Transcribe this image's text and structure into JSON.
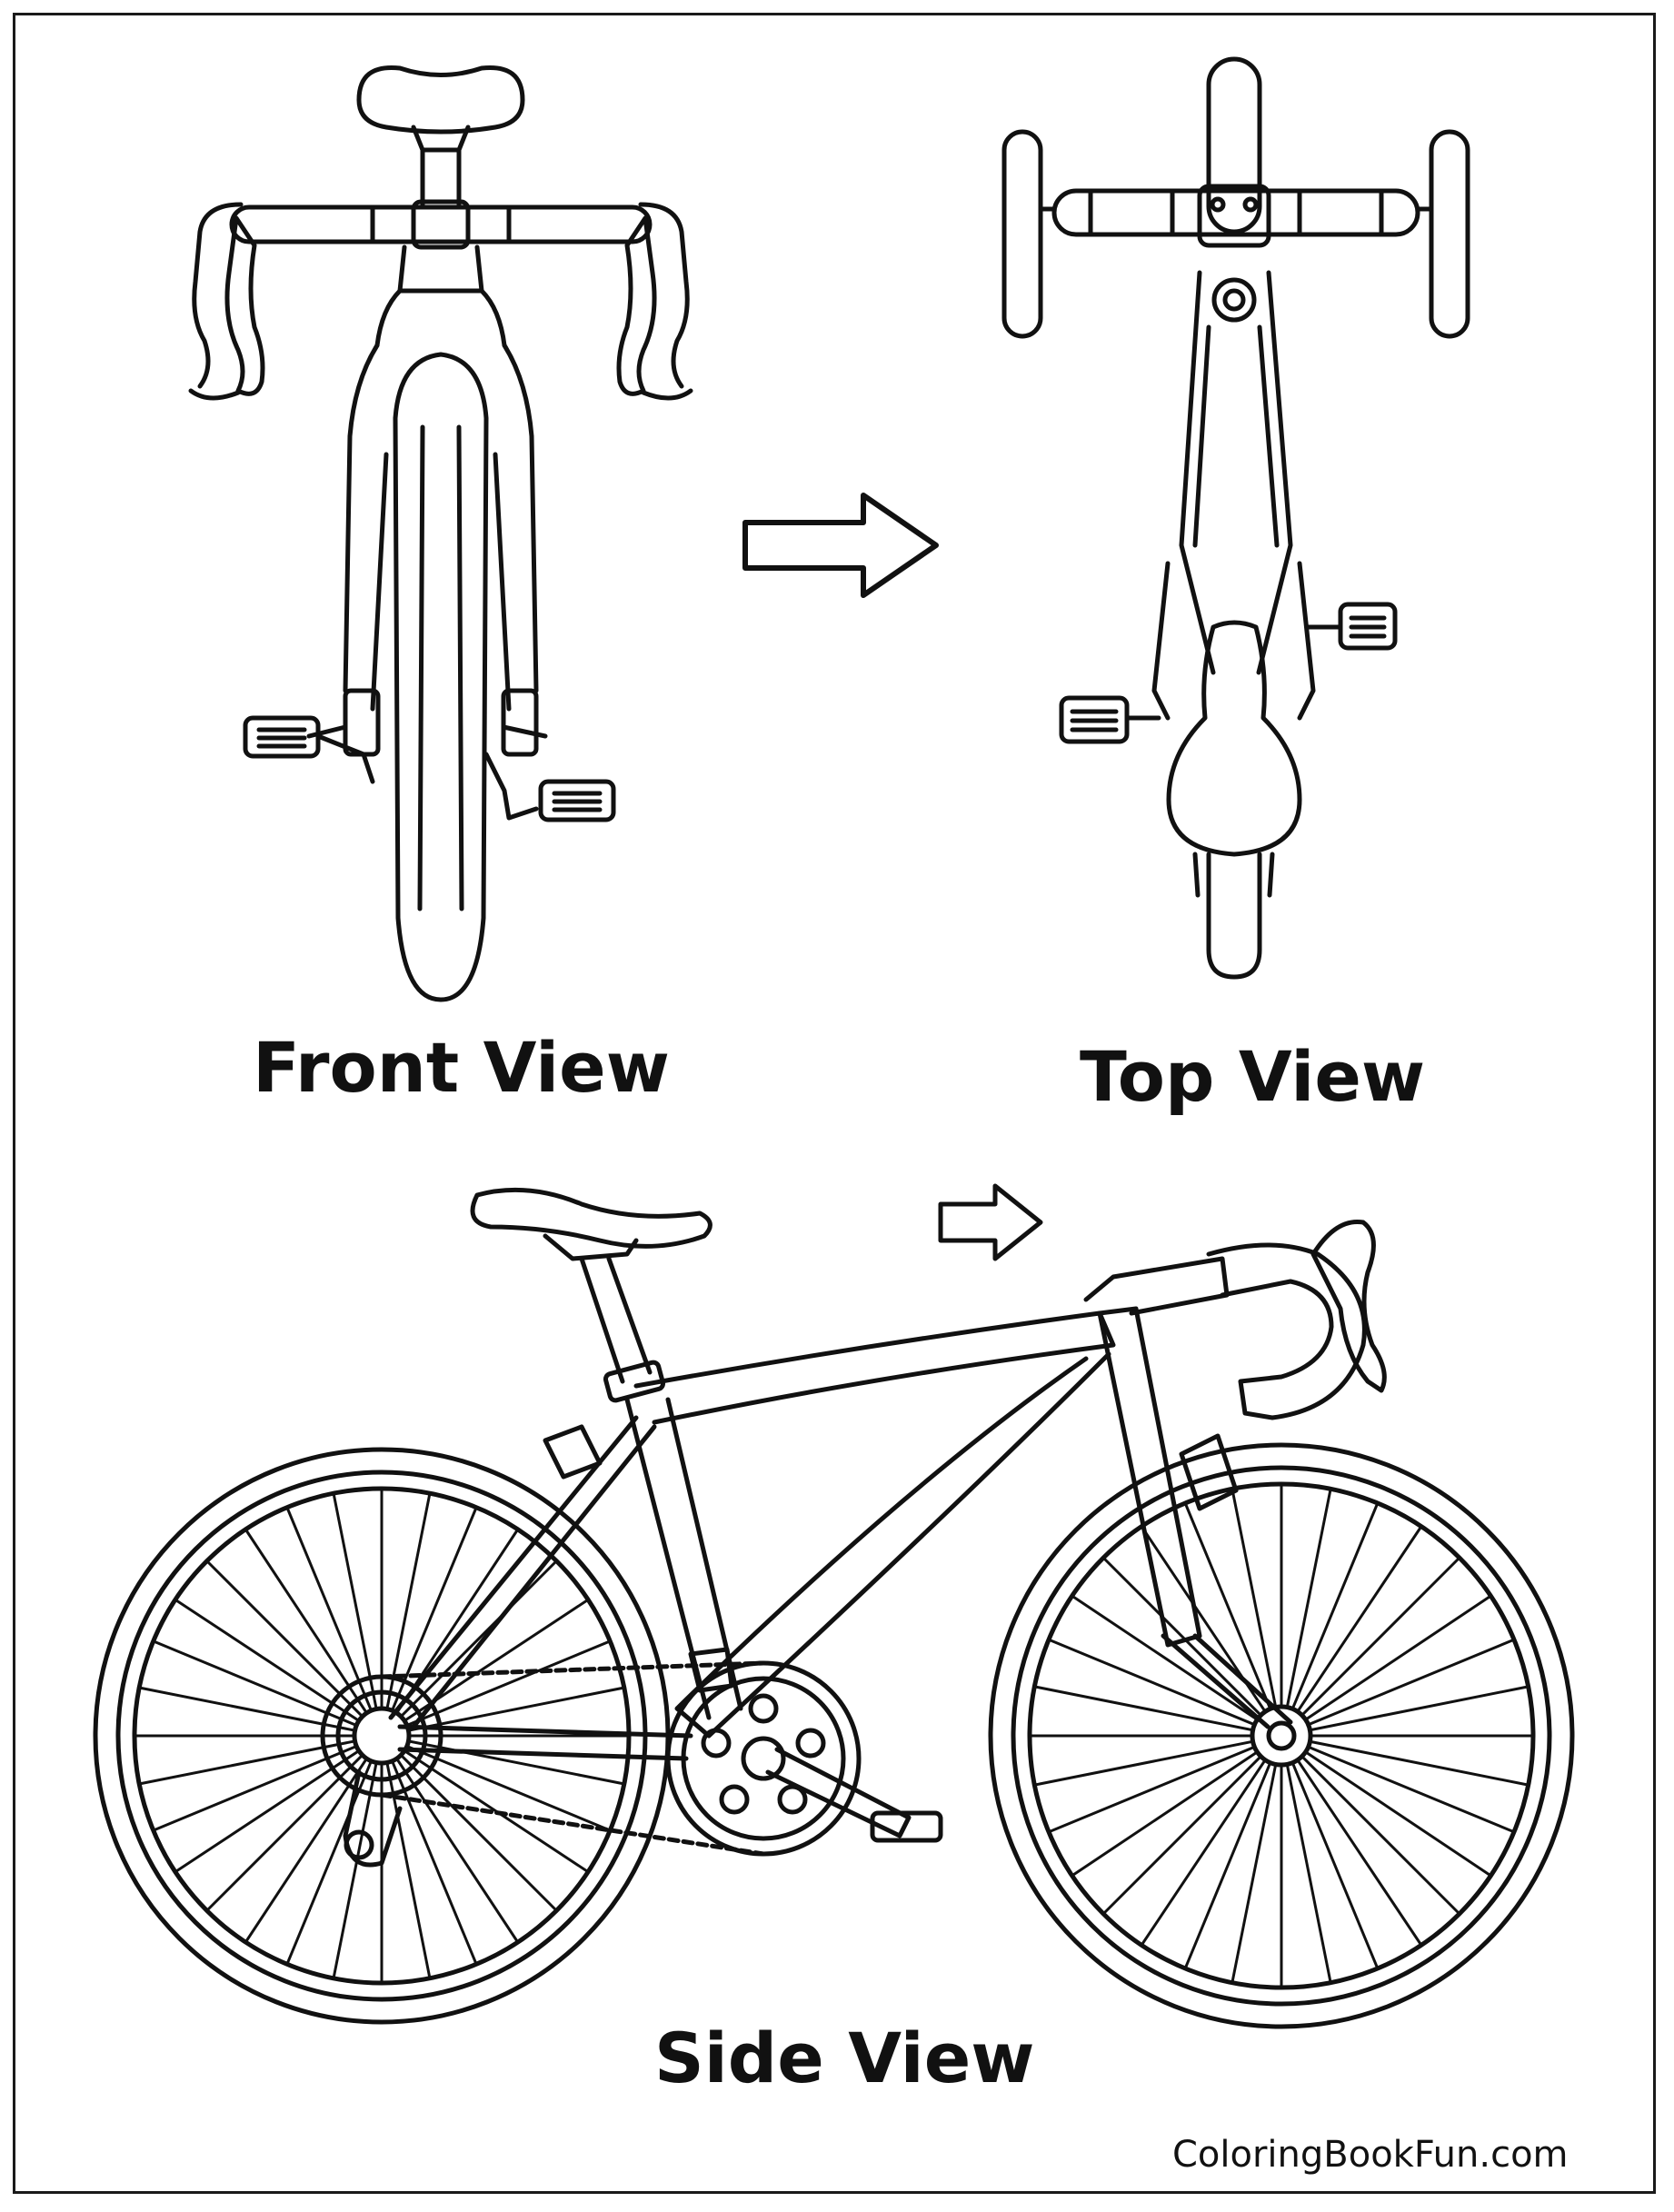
{
  "labels": {
    "front_view": "Front View",
    "top_view": "Top View",
    "side_view": "Side View",
    "brand": "ColoringBookFun.com"
  },
  "colors": {
    "ink": "#111111",
    "paper": "#ffffff"
  },
  "icons": {
    "arrow_large": "arrow-right-icon",
    "arrow_small": "arrow-right-icon"
  }
}
